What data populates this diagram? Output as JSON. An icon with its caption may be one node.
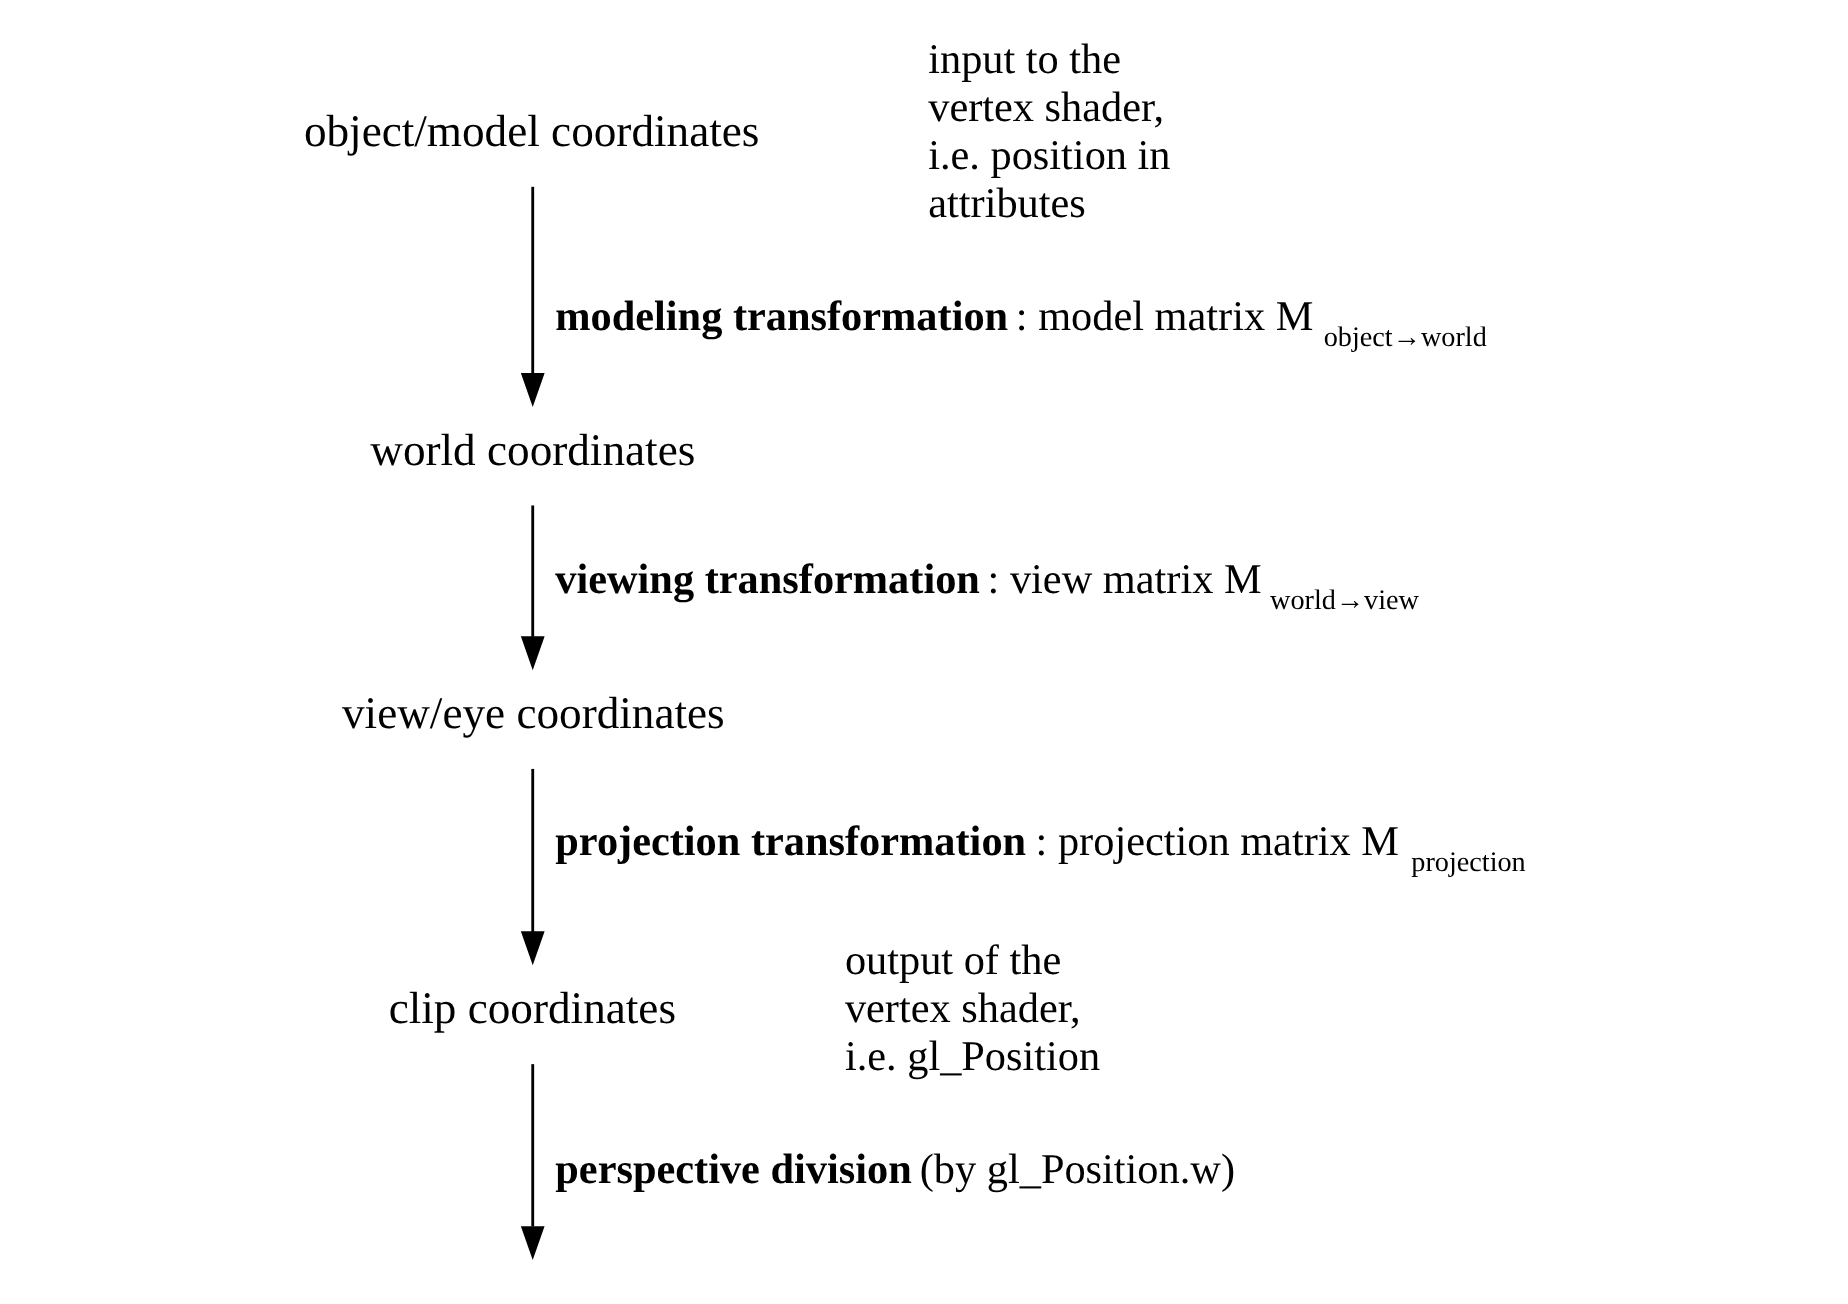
{
  "diagram": {
    "nodes": [
      {
        "text": [
          "object/model coordinates"
        ],
        "beside": [
          "input to the vertex shader, i.e. position in attributes"
        ]
      },
      {
        "text": [
          "world coordinates"
        ]
      },
      {
        "text": [
          "view/eye coordinates"
        ]
      },
      {
        "text": [
          "clip coordinates"
        ],
        "beside": [
          "output of the vertex shader, i.e. gl_Position"
        ]
      }
    ],
    "edges": [
      {
        "from": 0,
        "to": 1,
        "arrow": "to",
        "label": "**modeling transformation**: model matrix M$_{object→world}$"
      },
      {
        "from": 1,
        "to": 2,
        "arrow": "to",
        "label": "**viewing transformation**: view matrix M$_{world→view}$"
      },
      {
        "from": 2,
        "to": 3,
        "arrow": "to",
        "label": "**projection transformation**: projection matrix M$_{projection}$"
      },
      {
        "from": 3,
        "to": null,
        "arrow": "to",
        "label": "**perspective division** (by gl_Position.w)"
      }
    ]
  }
}
